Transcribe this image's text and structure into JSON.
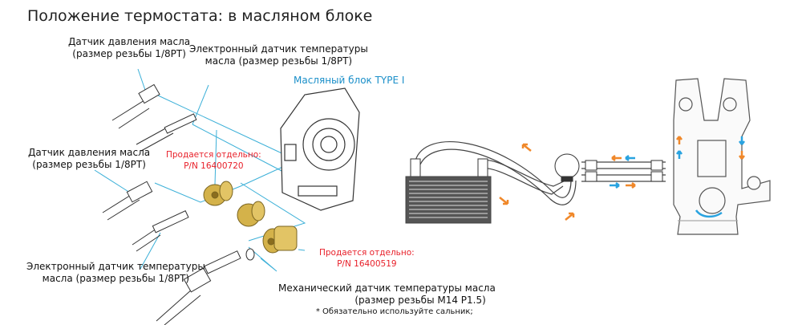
{
  "title": "Положение термостата: в масляном блоке",
  "labels": {
    "pressure_sensor_top": [
      "Датчик давления масла",
      "(размер резьбы 1/8PT)"
    ],
    "electronic_temp_top": [
      "Электронный датчик температуры",
      "масла (размер резьбы 1/8PT)"
    ],
    "oil_block": "Масляный блок TYPE I",
    "pressure_sensor_mid": [
      "Датчик давления масла",
      "(размер резьбы 1/8PT)"
    ],
    "sold_separately_1": [
      "Продается отдельно:",
      "P/N 16400720"
    ],
    "sold_separately_2": [
      "Продается отдельно:",
      "P/N 16400519"
    ],
    "electronic_temp_bottom": [
      "Электронный датчик температуры",
      "масла (размер резьбы 1/8PT)"
    ],
    "mechanical_temp": [
      "Механический датчик температуры масла",
      "(размер резьбы M14 P1.5)"
    ],
    "note": "* Обязательно используйте сальник;"
  },
  "colors": {
    "accent_blue": "#1a8fc9",
    "red": "#e8202a",
    "flow_orange": "#f0882a",
    "flow_blue": "#29a3e0",
    "brass": "#d4b24a"
  }
}
